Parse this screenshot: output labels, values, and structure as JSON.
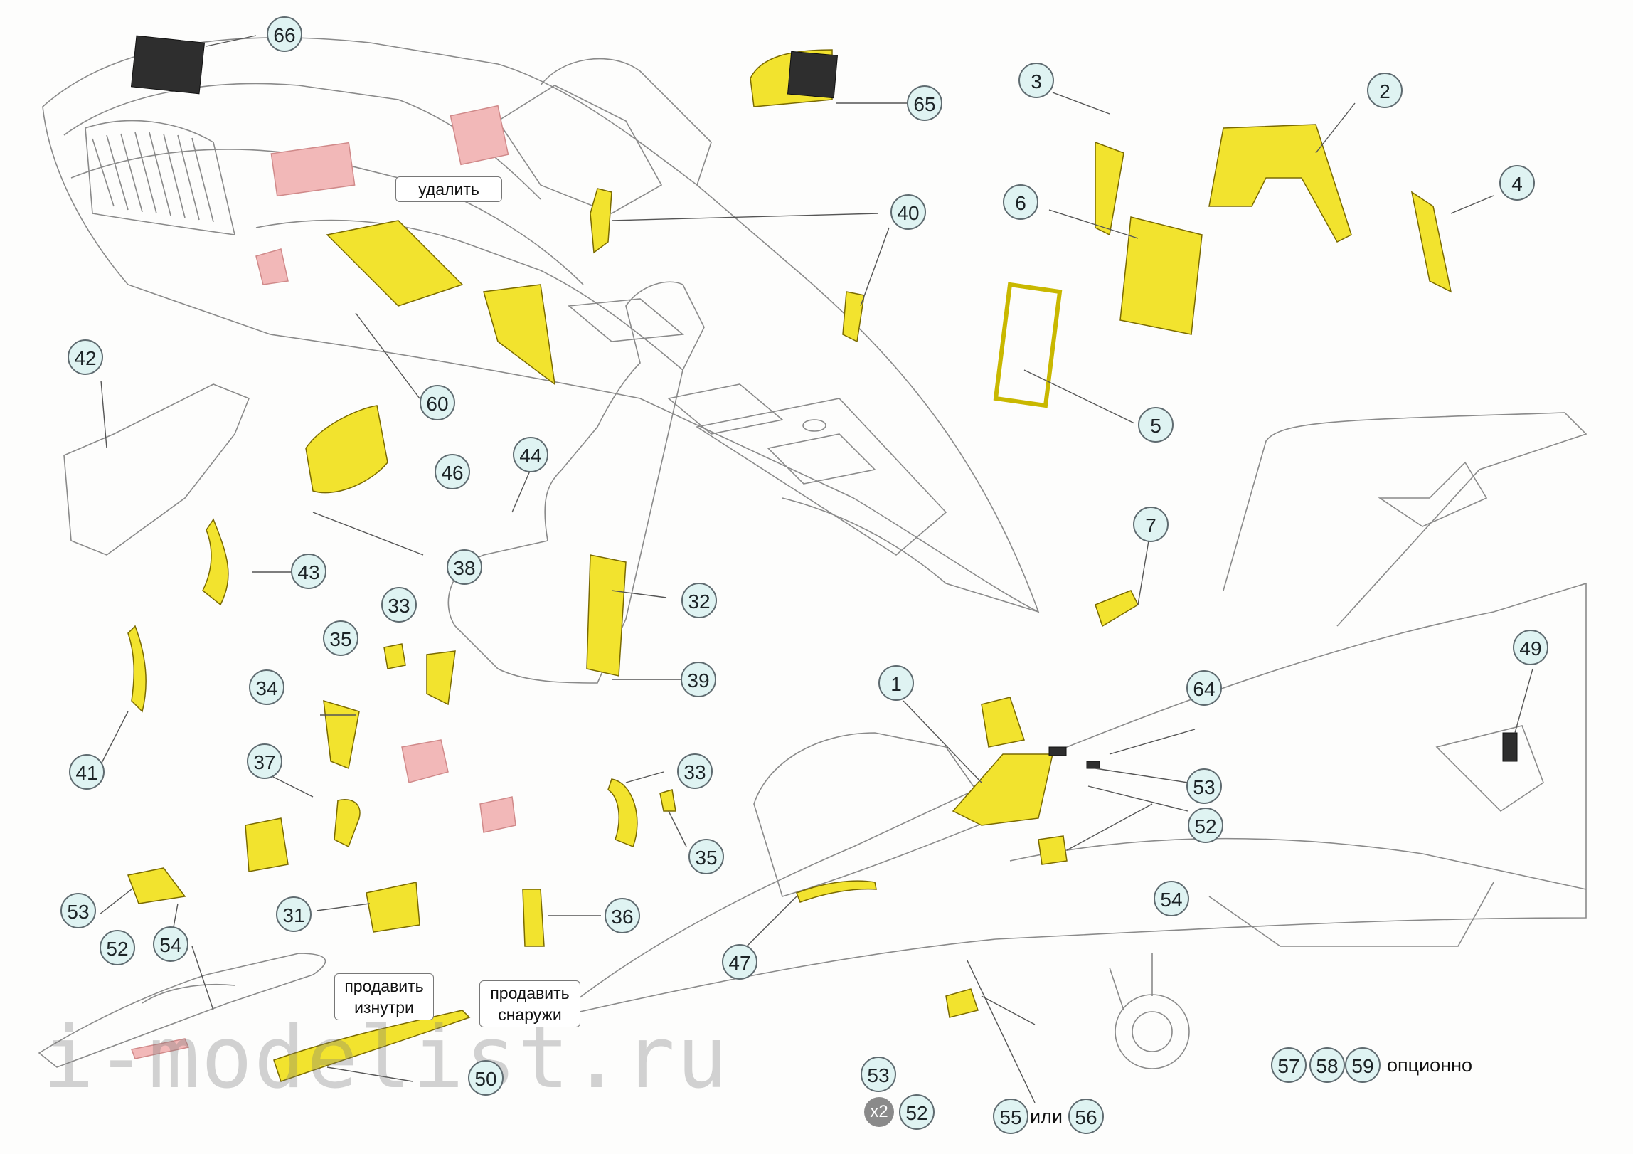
{
  "callouts": [
    "66",
    "65",
    "3",
    "2",
    "4",
    "6",
    "40",
    "5",
    "42",
    "60",
    "44",
    "46",
    "43",
    "38",
    "32",
    "7",
    "33",
    "35",
    "39",
    "1",
    "64",
    "49",
    "34",
    "41",
    "37",
    "33",
    "53",
    "52",
    "35",
    "54",
    "31",
    "36",
    "53",
    "52",
    "54",
    "47",
    "50",
    "53",
    "52",
    "55",
    "56",
    "57",
    "58",
    "59"
  ],
  "labels": {
    "udalit": "удалить",
    "prodavit_iznutri": "продавить изнутри",
    "prodavit_snaruzhi": "продавить снаружи",
    "ili": "или",
    "optsionno": "опционно",
    "x2": "x2"
  },
  "watermark": "i-modelist.ru",
  "colors": {
    "part_yellow": "#f2e32e",
    "remove_pink": "#f2b8b8",
    "callout_fill": "#dff3f2",
    "line": "#555555"
  }
}
